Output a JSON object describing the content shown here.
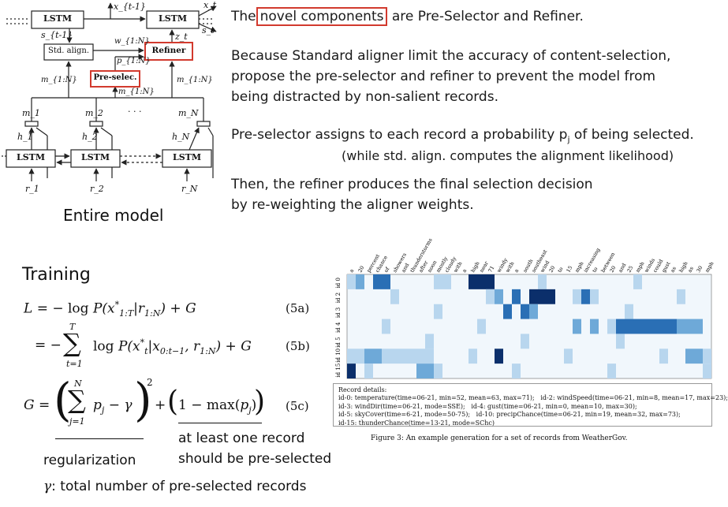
{
  "model": {
    "lstm": "LSTM",
    "std_align": "Std. align.",
    "refiner": "Refiner",
    "preselec": "Pre-selec.",
    "x_t1": "x_{t-1}",
    "x_t": "x_t",
    "s_t1": "s_{t-1}",
    "s_t": "s_t",
    "w_1N": "w_{1:N}",
    "z_t": "z_t",
    "p_1N": "p_{1:N}",
    "m_1N": "m_{1:N}",
    "m1": "m_1",
    "m2": "m_2",
    "mN": "m_N",
    "h1": "h_1",
    "h2": "h_2",
    "hN": "h_N",
    "r1": "r_1",
    "r2": "r_2",
    "rN": "r_N",
    "dots": ". . .",
    "label": "Entire model"
  },
  "text": {
    "line1_pre": "The",
    "line1_box": "novel components",
    "line1_post": "are Pre-Selector and Refiner.",
    "para1": [
      "Because Standard aligner limit the accuracy of content-selection,",
      "propose the pre-selector and refiner to prevent the model from",
      "being distracted by non-salient records."
    ],
    "para2_a": "Pre-selector assigns to each record a probability p",
    "para2_sub": "j",
    "para2_b": " of being selected.",
    "para2_note": "(while std. align. computes the alignment likelihood)",
    "para3": [
      "Then, the refiner produces the final selection decision",
      "by re-weighting the aligner weights."
    ]
  },
  "training": {
    "title": "Training",
    "eq_5a": "(5a)",
    "eq_5b": "(5b)",
    "eq_5c": "(5c)",
    "note_regularization": "regularization",
    "note_atleast": [
      "at least one record",
      "should be pre-selected"
    ],
    "gamma_def": ": total number of pre-selected records"
  },
  "heatmap": {
    "row_labels": [
      "id 0",
      "id 2",
      "id 3",
      "id 4",
      "id 5",
      "id 10",
      "id 15"
    ],
    "col_labels": [
      "a",
      "20",
      "percent",
      "chance",
      "of",
      "showers",
      "and",
      "thunderstorms",
      "after",
      "noon",
      "mostly",
      "cloudy",
      "with",
      "a",
      "high",
      "near",
      "71",
      "windy",
      "with",
      "a",
      "south",
      "southeast",
      "wind",
      "20",
      "to",
      "15",
      "mph",
      "increasing",
      "to",
      "between",
      "20",
      "and",
      "25",
      "mph",
      "winds",
      "could",
      "gust",
      "as",
      "high",
      "as",
      "30",
      "mph"
    ],
    "colors": {
      "low": "#eaf3fb",
      "mid": "#8cc0e3",
      "high": "#1f5ea8",
      "max": "#0b2f6b"
    }
  },
  "record_details": {
    "title": "Record details:",
    "lines": [
      [
        "id-0: temperature(time=06-21, min=52, mean=63, max=71);",
        "id-2: windSpeed(time=06-21, min=8, mean=17, max=23);"
      ],
      [
        "id-3: windDir(time=06-21, mode=SSE);",
        "id-4: gust(time=06-21, min=0, mean=10, max=30);"
      ],
      [
        "id-5: skyCover(time=6-21, mode=50-75);",
        "id-10: precipChance(time=06-21, min=19, mean=32, max=73);"
      ],
      [
        "id-15: thunderChance(time=13-21, mode=SChc)",
        ""
      ]
    ],
    "caption": "Figure 3: An example generation for a set of records from WeatherGov."
  }
}
